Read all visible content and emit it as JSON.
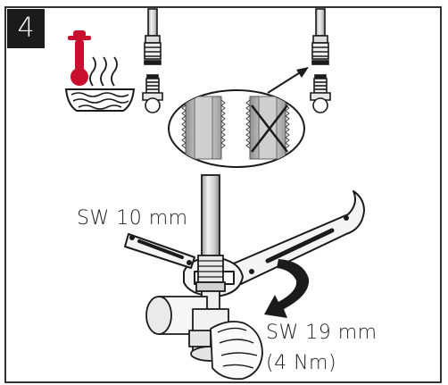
{
  "step": {
    "number": "4"
  },
  "labels": {
    "wrench_small": "SW 10 mm",
    "wrench_large": "SW 19 mm",
    "torque": "(4 Nm)"
  },
  "colors": {
    "line": "#1b1b1b",
    "thermometer": "#c8102e",
    "badge": "#1b1b1b",
    "metal_light": "#e6e6e6",
    "metal_mid": "#bdbdbd",
    "metal_dark": "#8a8a8a"
  },
  "icons": {
    "hot_water": "hot-water-icon",
    "thermometer": "thermometer-icon",
    "correct_thread": "thread-ok-icon",
    "wrong_thread": "thread-crossed-icon"
  }
}
